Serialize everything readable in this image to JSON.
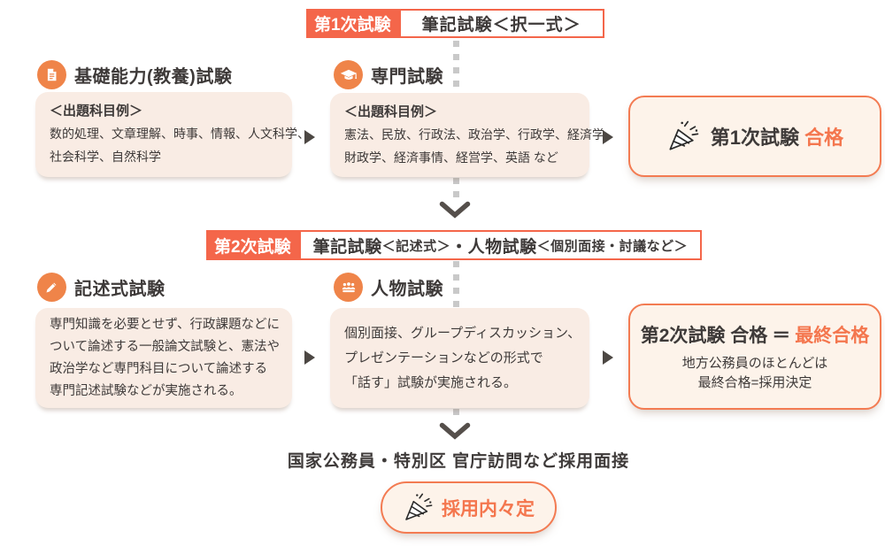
{
  "palette": {
    "accent": "#f4664a",
    "accent_border": "#f37b52",
    "accent_text": "#f4764e",
    "icon_bg": "#ef8449",
    "panel_bg": "#f9ece4",
    "card_bg": "#fdf3ea",
    "text_dark": "#3e3a39",
    "arrow": "#4c4743",
    "chevron": "#554f4b",
    "dot": "#c9c9c9",
    "background": "#ffffff"
  },
  "header1": {
    "badge": "第1次試験",
    "title": "筆記試験＜択一式＞"
  },
  "row1": {
    "basic": {
      "icon": "document-icon",
      "title": "基礎能力(教養)試験",
      "label": "＜出題科目例＞",
      "lines": [
        "数的処理、文章理解、時事、情報、人文科学、",
        "社会科学、自然科学"
      ]
    },
    "specialized": {
      "icon": "graduation-cap-icon",
      "title": "専門試験",
      "label": "＜出題科目例＞",
      "lines": [
        "憲法、民放、行政法、政治学、行政学、経済学、",
        "財政学、経済事情、経営学、英語 など"
      ]
    },
    "result": {
      "icon": "party-popper-icon",
      "name": "第1次試験",
      "highlight": "合格"
    }
  },
  "header2": {
    "badge": "第2次試験",
    "parts": {
      "p1": "筆記試験",
      "p2": "＜記述式＞",
      "p3": " ・ ",
      "p4": "人物試験",
      "p5": "＜個別面接・討議など＞"
    }
  },
  "row2": {
    "written": {
      "icon": "pencil-icon",
      "title": "記述式試験",
      "lines": [
        "専門知識を必要とせず、行政課題などに",
        "ついて論述する一般論文試験と、憲法や",
        "政治学など専門科目について論述する",
        "専門記述試験などが実施される。"
      ]
    },
    "interview": {
      "icon": "people-icon",
      "title": "人物試験",
      "lines": [
        "個別面接、グループディスカッション、",
        "プレゼンテーションなどの形式で",
        "「話す」試験が実施される。"
      ]
    },
    "result": {
      "name": "第2次試験 合格",
      "equals": "＝",
      "highlight": "最終合格",
      "notes": [
        "地方公務員のほとんどは",
        "最終合格=採用決定"
      ]
    }
  },
  "footer": {
    "note": "国家公務員・特別区 官庁訪問など採用面接",
    "badge": {
      "icon": "party-popper-icon",
      "label": "採用内々定"
    }
  }
}
